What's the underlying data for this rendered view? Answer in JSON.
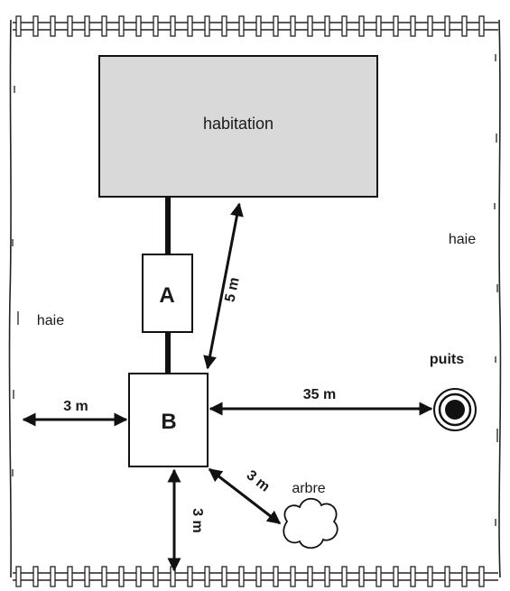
{
  "labels": {
    "house": "habitation",
    "hedge_right": "haie",
    "hedge_left": "haie",
    "box_a": "A",
    "box_b": "B",
    "well": "puits",
    "tree": "arbre"
  },
  "distances": {
    "house_to_b": "5 m",
    "left_hedge_to_b": "3 m",
    "b_to_well": "35 m",
    "b_to_tree": "3 m",
    "b_to_bottom_fence": "3 m"
  },
  "colors": {
    "ink": "#111111",
    "house_fill": "#d9d9d9",
    "background": "#ffffff"
  },
  "icons": {
    "well": "well-icon",
    "tree": "tree-icon",
    "fence": "fence"
  }
}
